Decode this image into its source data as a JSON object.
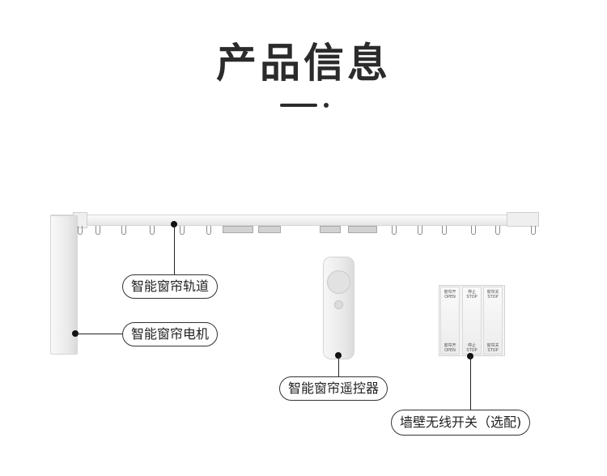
{
  "header": {
    "title": "产品信息"
  },
  "callouts": {
    "track": "智能窗帘轨道",
    "motor": "智能窗帘电机",
    "remote": "智能窗帘遥控器",
    "wall_switch": "墙壁无线开关（选配)"
  },
  "wall_switch_keys": [
    {
      "cn": "窗帘开",
      "en": "OPEN"
    },
    {
      "cn": "停止",
      "en": "STOP"
    },
    {
      "cn": "窗帘关",
      "en": "STOP"
    }
  ],
  "wall_switch_bottom": [
    {
      "cn": "窗帘开",
      "en": "OPEN"
    },
    {
      "cn": "停止",
      "en": "STOP"
    },
    {
      "cn": "窗帘关",
      "en": "STOP"
    }
  ],
  "colors": {
    "text": "#2b2b2b",
    "line": "#222222",
    "product": "#efefef"
  }
}
